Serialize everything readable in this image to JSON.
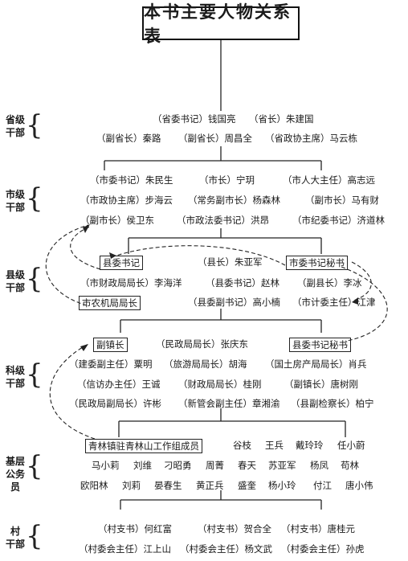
{
  "title": "本书主要人物关系表",
  "levels": {
    "provincial": "省级干部",
    "city": "市级干部",
    "county": "县级干部",
    "section": "科级干部",
    "grassroots": "基层公务员",
    "village": "村干部"
  },
  "rows": {
    "p1": [
      "（省委书记）钱国亮",
      "（省长）朱建国"
    ],
    "p2": [
      "（副省长）秦路",
      "（副省长）周昌全",
      "（省政协主席）马云栋"
    ],
    "c1": [
      "（市委书记）朱民生",
      "（市长）宁玥",
      "（市人大主任）高志远"
    ],
    "c2": [
      "（市政协主席）步海云",
      "（常务副市长）杨森林",
      "（副市长）马有财"
    ],
    "c3": [
      "（副市长）侯卫东",
      "（市政法委书记）洪昂",
      "（市纪委书记）济道林"
    ],
    "k1": [
      "县委书记",
      "（县长）朱亚军",
      "市委书记秘书"
    ],
    "k2": [
      "（市财政局局长）李海洋",
      "（县委书记）赵林",
      "（副县长）李冰"
    ],
    "k3": [
      "市农机局局长",
      "（县委副书记）高小楠",
      "（市计委主任）江津"
    ],
    "s1": [
      "副镇长",
      "（民政局局长）张庆东",
      "县委书记秘书"
    ],
    "s2": [
      "（建委副主任）粟明",
      "（旅游局局长）胡海",
      "（国土房产局局长）肖兵"
    ],
    "s3": [
      "（信访办主任）王诚",
      "（财政局局长）桂刚",
      "（副镇长）唐树刚"
    ],
    "s4": [
      "（民政局副局长）许彬",
      "（新管会副主任）章湘渝",
      "（县副检察长）柏宁"
    ],
    "g1": [
      "青林镇驻青林山工作组成员",
      "谷枝",
      "王兵",
      "戴玲玲",
      "任小蔚"
    ],
    "g2": [
      "马小莉",
      "刘维",
      "刁昭勇",
      "周菁",
      "春天",
      "苏亚军",
      "杨凤",
      "苟林"
    ],
    "g3": [
      "欧阳林",
      "刘莉",
      "晏春生",
      "黄正兵",
      "盛奎",
      "杨小玲",
      "付江",
      "唐小伟"
    ],
    "v1": [
      "（村支书）何红富",
      "（村支书）贺合全",
      "（村支书）唐桂元"
    ],
    "v2": [
      "（村委会主任）江上山",
      "（村委会主任）杨文武",
      "（村委会主任）孙虎"
    ]
  },
  "colors": {
    "ink": "#1a1a1a",
    "line": "#222222"
  }
}
